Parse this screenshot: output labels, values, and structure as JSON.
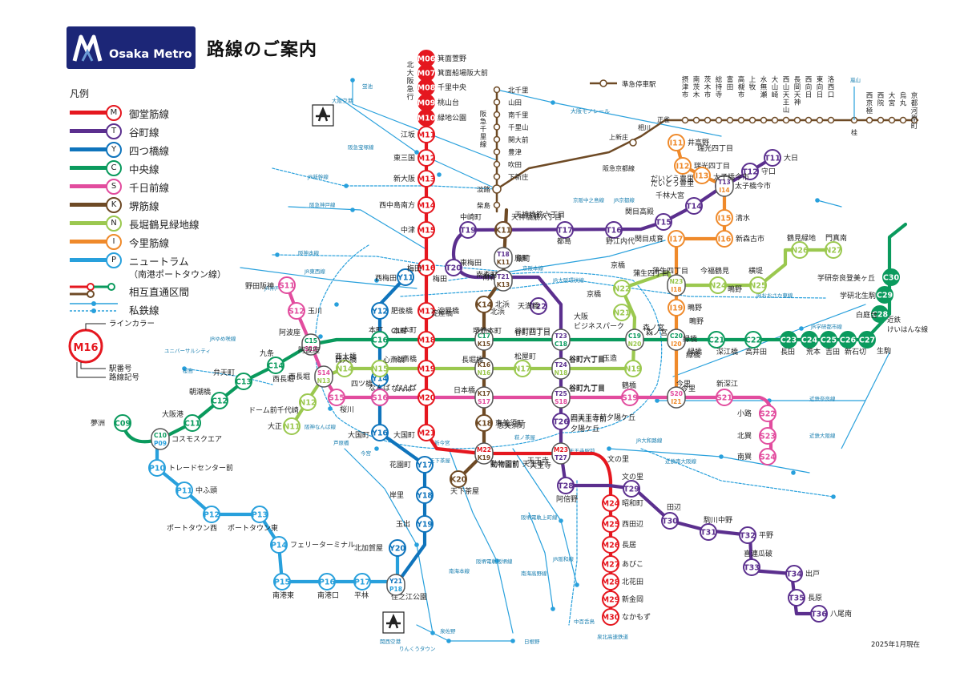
{
  "brand": {
    "logo_text": "Osaka Metro"
  },
  "title": "路線のご案内",
  "updated": "2025年1月現在",
  "legend": {
    "heading": "凡例",
    "lines": [
      {
        "code": "M",
        "name": "御堂筋線",
        "color": "#e5171f"
      },
      {
        "code": "T",
        "name": "谷町線",
        "color": "#5b2f8e"
      },
      {
        "code": "Y",
        "name": "四つ橋線",
        "color": "#0f74bc"
      },
      {
        "code": "C",
        "name": "中央線",
        "color": "#0a9a5d"
      },
      {
        "code": "S",
        "name": "千日前線",
        "color": "#e24c9e"
      },
      {
        "code": "K",
        "name": "堺筋線",
        "color": "#6e4a25"
      },
      {
        "code": "N",
        "name": "長堀鶴見緑地線",
        "color": "#9bc84f"
      },
      {
        "code": "I",
        "name": "今里筋線",
        "color": "#ef8a2b"
      },
      {
        "code": "P",
        "name": "ニュートラム",
        "sub": "（南港ポートタウン線）",
        "color": "#28a0dc"
      }
    ],
    "through_label": "相互直通区間",
    "private_label": "私鉄線",
    "callout": {
      "code": "M16",
      "color_label": "ラインカラー",
      "number_label": "駅番号",
      "symbol_label": "路線記号"
    },
    "semi_express_label": "準急停車駅"
  },
  "lines": {
    "M": {
      "color": "#e5171f",
      "stations": [
        {
          "code": "M06",
          "name": "箕面萱野"
        },
        {
          "code": "M07",
          "name": "箕面船場阪大前"
        },
        {
          "code": "M08",
          "name": "千里中央"
        },
        {
          "code": "M09",
          "name": "桃山台"
        },
        {
          "code": "M10",
          "name": "緑地公園"
        },
        {
          "code": "M11",
          "name": "江坂"
        },
        {
          "code": "M12",
          "name": "東三国"
        },
        {
          "code": "M13",
          "name": "新大阪"
        },
        {
          "code": "M14",
          "name": "西中島南方"
        },
        {
          "code": "M15",
          "name": "中津"
        },
        {
          "code": "M16",
          "name": "梅田"
        },
        {
          "code": "M17",
          "name": "淀屋橋"
        },
        {
          "code": "M18",
          "name": "本町"
        },
        {
          "code": "M19",
          "name": "心斎橋"
        },
        {
          "code": "M20",
          "name": "なんば"
        },
        {
          "code": "M21",
          "name": "大国町"
        },
        {
          "code": "M22",
          "name": "動物園前"
        },
        {
          "code": "M23",
          "name": "天王寺"
        },
        {
          "code": "M24",
          "name": "昭和町"
        },
        {
          "code": "M25",
          "name": "西田辺"
        },
        {
          "code": "M26",
          "name": "長居"
        },
        {
          "code": "M27",
          "name": "あびこ"
        },
        {
          "code": "M28",
          "name": "北花田"
        },
        {
          "code": "M29",
          "name": "新金岡"
        },
        {
          "code": "M30",
          "name": "なかもず"
        }
      ]
    },
    "T": {
      "color": "#5b2f8e",
      "stations": [
        {
          "code": "T11",
          "name": "大日"
        },
        {
          "code": "T12",
          "name": "守口"
        },
        {
          "code": "T13",
          "name": "太子橋今市"
        },
        {
          "code": "T14",
          "name": "千林大宮"
        },
        {
          "code": "T15",
          "name": "関目高殿"
        },
        {
          "code": "T16",
          "name": "野江内代"
        },
        {
          "code": "T17",
          "name": "都島"
        },
        {
          "code": "T18",
          "name": "天神橋筋六丁目"
        },
        {
          "code": "T19",
          "name": "中崎町"
        },
        {
          "code": "T20",
          "name": "東梅田"
        },
        {
          "code": "T21",
          "name": "南森町"
        },
        {
          "code": "T22",
          "name": "天満橋"
        },
        {
          "code": "T23",
          "name": "谷町四丁目"
        },
        {
          "code": "T24",
          "name": "谷町六丁目"
        },
        {
          "code": "T25",
          "name": "谷町九丁目"
        },
        {
          "code": "T26",
          "name": "四天王寺前夕陽ケ丘"
        },
        {
          "code": "T27",
          "name": "天王寺"
        },
        {
          "code": "T28",
          "name": "阿倍野"
        },
        {
          "code": "T29",
          "name": "文の里"
        },
        {
          "code": "T30",
          "name": "田辺"
        },
        {
          "code": "T31",
          "name": "駒川中野"
        },
        {
          "code": "T32",
          "name": "平野"
        },
        {
          "code": "T33",
          "name": "喜連瓜破"
        },
        {
          "code": "T34",
          "name": "出戸"
        },
        {
          "code": "T35",
          "name": "長原"
        },
        {
          "code": "T36",
          "name": "八尾南"
        }
      ]
    },
    "Y": {
      "color": "#0f74bc",
      "stations": [
        {
          "code": "Y11",
          "name": "西梅田"
        },
        {
          "code": "Y12",
          "name": "肥後橋"
        },
        {
          "code": "Y13",
          "name": "本町"
        },
        {
          "code": "Y14",
          "name": "四ツ橋"
        },
        {
          "code": "Y15",
          "name": "なんば"
        },
        {
          "code": "Y16",
          "name": "大国町"
        },
        {
          "code": "Y17",
          "name": "花園町"
        },
        {
          "code": "Y18",
          "name": "岸里"
        },
        {
          "code": "Y19",
          "name": "玉出"
        },
        {
          "code": "Y20",
          "name": "北加賀屋"
        },
        {
          "code": "Y21",
          "name": "住之江公園"
        }
      ]
    },
    "C": {
      "color": "#0a9a5d",
      "stations": [
        {
          "code": "C09",
          "name": "夢洲"
        },
        {
          "code": "C10",
          "name": "コスモスクエア"
        },
        {
          "code": "C11",
          "name": "大阪港"
        },
        {
          "code": "C12",
          "name": "朝潮橋"
        },
        {
          "code": "C13",
          "name": "弁天町"
        },
        {
          "code": "C14",
          "name": "九条"
        },
        {
          "code": "C15",
          "name": "阿波座"
        },
        {
          "code": "C16",
          "name": "本町"
        },
        {
          "code": "C17",
          "name": "堺筋本町"
        },
        {
          "code": "C18",
          "name": "谷町四丁目"
        },
        {
          "code": "C19",
          "name": "森ノ宮"
        },
        {
          "code": "C20",
          "name": "緑橋"
        },
        {
          "code": "C21",
          "name": "深江橋"
        },
        {
          "code": "C22",
          "name": "高井田"
        },
        {
          "code": "C23",
          "name": "長田"
        },
        {
          "code": "C24",
          "name": "荒本"
        },
        {
          "code": "C25",
          "name": "吉田"
        },
        {
          "code": "C26",
          "name": "新石切"
        },
        {
          "code": "C27",
          "name": "生駒"
        },
        {
          "code": "C28",
          "name": "白庭台"
        },
        {
          "code": "C29",
          "name": "学研北生駒"
        },
        {
          "code": "C30",
          "name": "学研奈良登美ヶ丘"
        }
      ]
    },
    "S": {
      "color": "#e24c9e",
      "stations": [
        {
          "code": "S11",
          "name": "野田阪神"
        },
        {
          "code": "S12",
          "name": "玉川"
        },
        {
          "code": "S13",
          "name": "阿波座"
        },
        {
          "code": "S14",
          "name": "西長堀"
        },
        {
          "code": "S15",
          "name": "桜川"
        },
        {
          "code": "S16",
          "name": "なんば"
        },
        {
          "code": "S17",
          "name": "日本橋"
        },
        {
          "code": "S18",
          "name": "谷町九丁目"
        },
        {
          "code": "S19",
          "name": "鶴橋"
        },
        {
          "code": "S20",
          "name": "今里"
        },
        {
          "code": "S21",
          "name": "新深江"
        },
        {
          "code": "S22",
          "name": "小路"
        },
        {
          "code": "S23",
          "name": "北巽"
        },
        {
          "code": "S24",
          "name": "南巽"
        }
      ]
    },
    "K": {
      "color": "#6e4a25",
      "stations": [
        {
          "code": "K11",
          "name": "天神橋筋六丁目"
        },
        {
          "code": "K12",
          "name": "扇町"
        },
        {
          "code": "K13",
          "name": "南森町"
        },
        {
          "code": "K14",
          "name": "北浜"
        },
        {
          "code": "K15",
          "name": "堺筋本町"
        },
        {
          "code": "K16",
          "name": "長堀橋"
        },
        {
          "code": "K17",
          "name": "日本橋"
        },
        {
          "code": "K18",
          "name": "恵美須町"
        },
        {
          "code": "K19",
          "name": "動物園前"
        },
        {
          "code": "K20",
          "name": "天下茶屋"
        }
      ]
    },
    "N": {
      "color": "#9bc84f",
      "stations": [
        {
          "code": "N11",
          "name": "大正"
        },
        {
          "code": "N12",
          "name": "ドーム前千代崎"
        },
        {
          "code": "N13",
          "name": "西長堀"
        },
        {
          "code": "N14",
          "name": "西大橋"
        },
        {
          "code": "N15",
          "name": "心斎橋"
        },
        {
          "code": "N16",
          "name": "長堀橋"
        },
        {
          "code": "N17",
          "name": "松屋町"
        },
        {
          "code": "N18",
          "name": "谷町六丁目"
        },
        {
          "code": "N19",
          "name": "玉造"
        },
        {
          "code": "N20",
          "name": "森ノ宮"
        },
        {
          "code": "N21",
          "name": "大阪ビジネスパーク"
        },
        {
          "code": "N22",
          "name": "京橋"
        },
        {
          "code": "N23",
          "name": "蒲生四丁目"
        },
        {
          "code": "N24",
          "name": "今福鶴見"
        },
        {
          "code": "N25",
          "name": "横堤"
        },
        {
          "code": "N26",
          "name": "鶴見緑地"
        },
        {
          "code": "N27",
          "name": "門真南"
        }
      ]
    },
    "I": {
      "color": "#ef8a2b",
      "stations": [
        {
          "code": "I11",
          "name": "井高野"
        },
        {
          "code": "I12",
          "name": "瑞光四丁目"
        },
        {
          "code": "I13",
          "name": "だいどう豊里"
        },
        {
          "code": "I14",
          "name": "太子橋今市"
        },
        {
          "code": "I15",
          "name": "清水"
        },
        {
          "code": "I16",
          "name": "新森古市"
        },
        {
          "code": "I17",
          "name": "関目成育"
        },
        {
          "code": "I18",
          "name": "蒲生四丁目"
        },
        {
          "code": "I19",
          "name": "鴫野"
        },
        {
          "code": "I20",
          "name": "緑橋"
        },
        {
          "code": "I21",
          "name": "今里"
        }
      ]
    },
    "P": {
      "color": "#28a0dc",
      "stations": [
        {
          "code": "P09",
          "name": "コスモスクエア"
        },
        {
          "code": "P10",
          "name": "トレードセンター前"
        },
        {
          "code": "P11",
          "name": "中ふ頭"
        },
        {
          "code": "P12",
          "name": "ポートタウン西"
        },
        {
          "code": "P13",
          "name": "ポートタウン東"
        },
        {
          "code": "P14",
          "name": "フェリーターミナル"
        },
        {
          "code": "P15",
          "name": "南港東"
        },
        {
          "code": "P16",
          "name": "南港口"
        },
        {
          "code": "P17",
          "name": "平林"
        },
        {
          "code": "P18",
          "name": "住之江公園"
        }
      ]
    }
  },
  "kita_osaka_kyuko": {
    "label": "北大阪急行"
  },
  "hankyu_senri": {
    "label": "阪急千里線",
    "stations": [
      "北千里",
      "山田",
      "南千里",
      "千里山",
      "関大前",
      "豊津",
      "吹田",
      "下新庄",
      "淡路",
      "柴島"
    ]
  },
  "hankyu_kyoto": {
    "label": "阪急京都線",
    "stations": [
      "上新庄",
      "相川",
      "正雀",
      "摂津市",
      "南茨木",
      "茨木市",
      "総持寺",
      "富田",
      "高槻市",
      "上牧",
      "水無瀬",
      "大山崎",
      "西山天王山",
      "長岡天神",
      "西向日",
      "東向日",
      "洛西口",
      "桂",
      "西京極",
      "西院",
      "大宮",
      "烏丸",
      "京都河原町"
    ],
    "short": [
      "摂津市",
      "南茨木",
      "茨木市",
      "総持寺",
      "富田",
      "高槻市",
      "上牧",
      "水無瀬",
      "大山崎",
      "西山天王山",
      "長岡天神",
      "西向日",
      "東向日",
      "洛西口"
    ],
    "tail": [
      "西京極",
      "西院",
      "大宮",
      "烏丸",
      "京都河原町"
    ]
  },
  "osaka_monorail": {
    "label": "大阪モノレール"
  },
  "kintetsu_nara": {
    "label": "近鉄けいはんな線"
  },
  "private_labels": [
    "大阪空港",
    "蛍池",
    "阪急宝塚線",
    "JR新幹線",
    "阪急神戸線",
    "阪神本線",
    "JR東西線",
    "JR神戸線",
    "JR大阪環状線",
    "京阪本線",
    "京阪中之島線",
    "JRおおさか東線",
    "JR学研都市線",
    "近鉄奈良線",
    "近鉄大阪線",
    "近鉄南大阪線",
    "JR大和路線",
    "阪神なんば線",
    "南海本線",
    "南海高野線",
    "阪堺電軌上町線",
    "阪堺電軌阪堺線",
    "JR阪和線",
    "泉北高速鉄道",
    "関西空港",
    "りんくうタウン",
    "泉佐野",
    "日根野",
    "中百舌鳥",
    "JRゆめ咲線",
    "ユニバーサルシティ",
    "桜島",
    "JR京都線",
    "今宮",
    "芦原橋",
    "新今宮",
    "天下茶屋",
    "天王寺駅前",
    "萩ノ茶屋"
  ],
  "airports": [
    "airplane-icon-itami",
    "airplane-icon-kix"
  ]
}
